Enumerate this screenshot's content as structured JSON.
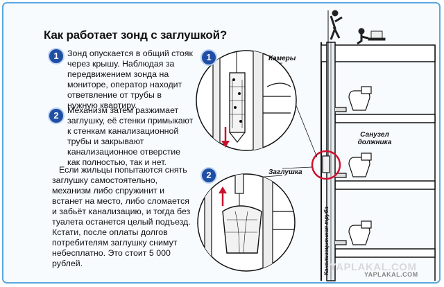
{
  "title": "Как работает зонд с заглушкой?",
  "steps": [
    {
      "num": "1",
      "text": "Зонд опускается в общий стояк через крышу. Наблюдая за передвижением зонда на мониторе, оператор находит ответвление от трубы в нужную квартиру."
    },
    {
      "num": "2",
      "text": "Механизм затем разжимает заглушку, её стенки примыкают к стенкам канализационной трубы и закрывают канализационное отверстие как полностью, так и нет."
    }
  ],
  "paragraph": "Если жильцы попытаются снять заглушку самостоятельно, механизм либо спружинит и встанет на место, либо сломается и забьёт канализацию, и тогда без туалета останется целый подъезд. Кстати, после оплаты долгов потребителям заглушку снимут небесплатно. Это стоит 5 000 рублей.",
  "diagram": {
    "badge_1": "1",
    "badge_2": "2",
    "label_cameras": "Камеры",
    "label_plug": "Заглушка",
    "label_toilet": "Санузел должника",
    "label_pipe": "Канализационная труба"
  },
  "watermark": {
    "big": "YAPLAKAL.COM",
    "small": "YAPLAKAL.COM"
  },
  "colors": {
    "frame": "#5aa7e0",
    "badge": "#1f4fa5",
    "arrow": "#c8102e",
    "highlight": "#d0102e"
  }
}
